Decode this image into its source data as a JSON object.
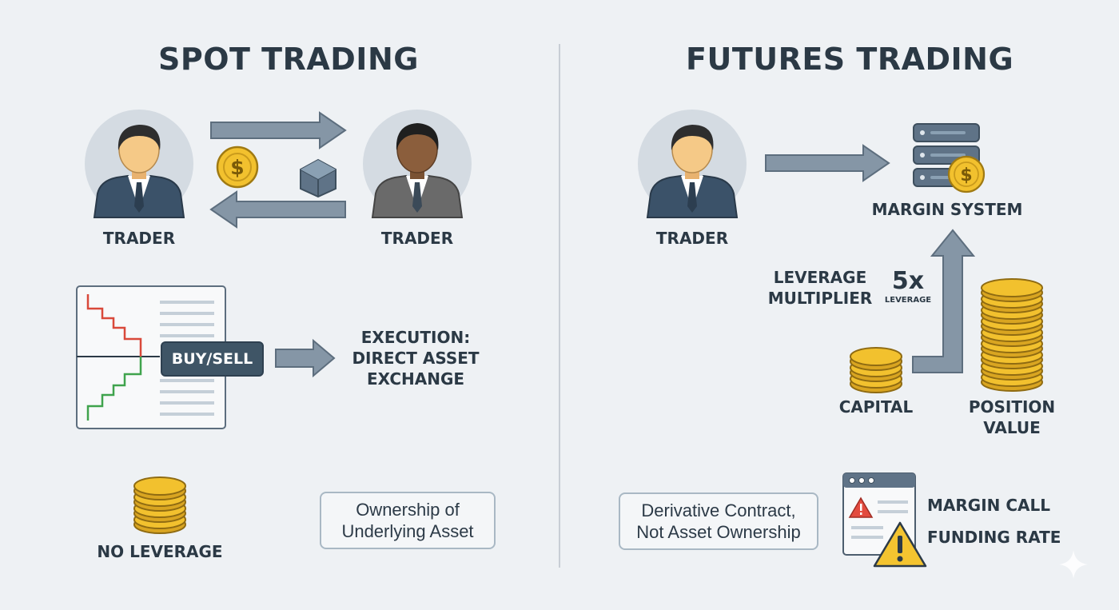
{
  "spot": {
    "title": "SPOT TRADING",
    "trader_left": "TRADER",
    "trader_right": "TRADER",
    "order_button": "BUY/SELL",
    "execution": [
      "EXECUTION:",
      "DIRECT ASSET",
      "EXCHANGE"
    ],
    "no_leverage": "NO LEVERAGE",
    "ownership": [
      "Ownership of",
      "Underlying Asset"
    ]
  },
  "futures": {
    "title": "FUTURES TRADING",
    "trader": "TRADER",
    "margin_system": "MARGIN SYSTEM",
    "leverage_label": [
      "LEVERAGE",
      "MULTIPLIER"
    ],
    "leverage_value": "5x",
    "leverage_small": "LEVERAGE",
    "capital": "CAPITAL",
    "position_value": [
      "POSITION",
      "VALUE"
    ],
    "derivative": [
      "Derivative Contract,",
      "Not Asset Ownership"
    ],
    "margin_call": "MARGIN CALL",
    "funding_rate": "FUNDING RATE"
  },
  "colors": {
    "arrow": "#8596a6",
    "arrow_edge": "#5d6e7e",
    "coin": "#f2c12e",
    "coin_edge": "#a07a12",
    "suit_light": "#3b5269",
    "suit_dark": "#6a6a6a",
    "skin_light": "#f5c987",
    "skin_dark": "#8b5e3c",
    "sell_line": "#d9493a",
    "buy_line": "#3fa34d",
    "warning": "#f4c430",
    "alert": "#e34b3f"
  },
  "icons": {
    "trader": "trader-avatar-icon",
    "coin": "dollar-coin-icon",
    "asset": "asset-cube-icon",
    "order_book": "order-book-chart-icon",
    "server": "margin-server-icon",
    "coin_stack": "coin-stack-icon",
    "alert_window": "alert-window-icon",
    "warning": "warning-triangle-icon",
    "sparkle": "sparkle-icon"
  }
}
